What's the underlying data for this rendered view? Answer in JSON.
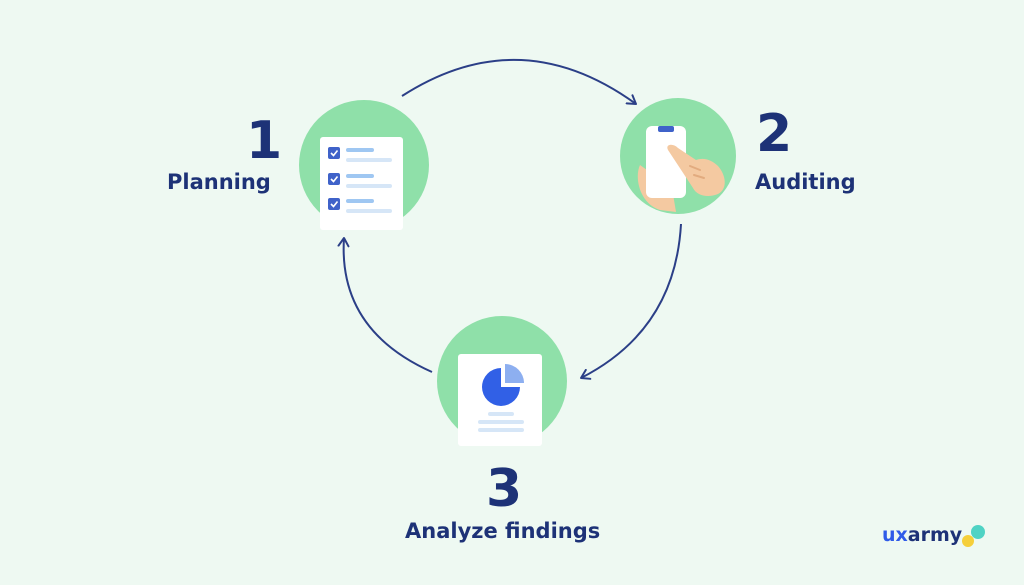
{
  "steps": [
    {
      "number": "1",
      "label": "Planning",
      "icon": "checklist-icon"
    },
    {
      "number": "2",
      "label": "Auditing",
      "icon": "phone-tap-icon"
    },
    {
      "number": "3",
      "label": "Analyze findings",
      "icon": "pie-report-icon"
    }
  ],
  "brand": {
    "prefix": "ux",
    "suffix": "army"
  },
  "colors": {
    "background": "#eef9f2",
    "circle": "#8fe0a9",
    "text": "#1d3277",
    "accent": "#2f5be8",
    "arrow": "#2b3f87"
  }
}
